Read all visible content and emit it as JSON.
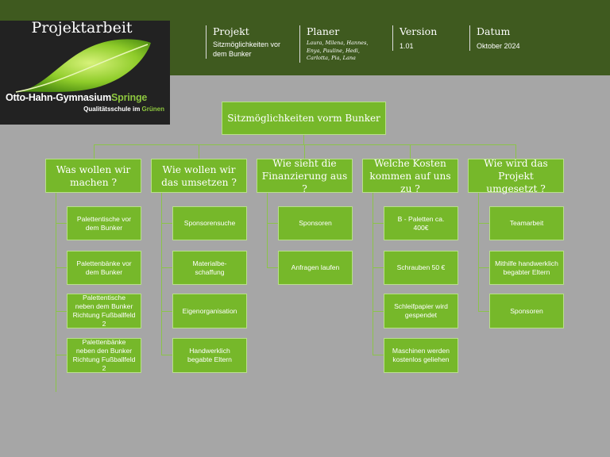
{
  "logo": {
    "title": "Projektarbeit",
    "school_part1": "Otto-Hahn-Gymnasium",
    "school_part2": "Springe",
    "tagline_part1": "Qualitätsschule im",
    "tagline_part2": "Grünen"
  },
  "header": {
    "project_label": "Projekt",
    "project_value": "Sitzmöglichkeiten vor dem Bunker",
    "planner_label": "Planer",
    "planner_value": "Laura, Milena, Hannes, Enya, Pauline, Hedi, Carlotta, Pia, Lana",
    "version_label": "Version",
    "version_value": "1.01",
    "date_label": "Datum",
    "date_value": "Oktober 2024"
  },
  "chart": {
    "root": "Sitzmöglichkeiten vorm Bunker",
    "categories": [
      {
        "title": "Was wollen wir machen ?",
        "items": [
          "Palettentische vor dem Bunker",
          "Palettenbänke vor dem Bunker",
          "Palettentische neben dem Bunker Richtung Fußballfeld 2",
          "Palettenbänke neben den Bunker Richtung Fußballfeld 2"
        ]
      },
      {
        "title": "Wie wollen wir das umsetzen ?",
        "items": [
          "Sponsorensuche",
          "Materialbe-schaffung",
          "Eigenorganisation",
          "Handwerklich begabte Eltern"
        ]
      },
      {
        "title": "Wie sieht die Finanzierung aus ?",
        "items": [
          "Sponsoren",
          "Anfragen laufen"
        ]
      },
      {
        "title": "Welche Kosten kommen auf uns zu ?",
        "items": [
          "B - Paletten ca. 400€",
          "Schrauben 50 €",
          "Schleifpapier wird gespendet",
          "Maschinen werden kostenlos geliehen"
        ]
      },
      {
        "title": "Wie wird das Projekt umgesetzt ?",
        "items": [
          "Teamarbeit",
          "Mithilfe handwerklich begabter Eltern",
          "Sponsoren"
        ]
      }
    ]
  }
}
